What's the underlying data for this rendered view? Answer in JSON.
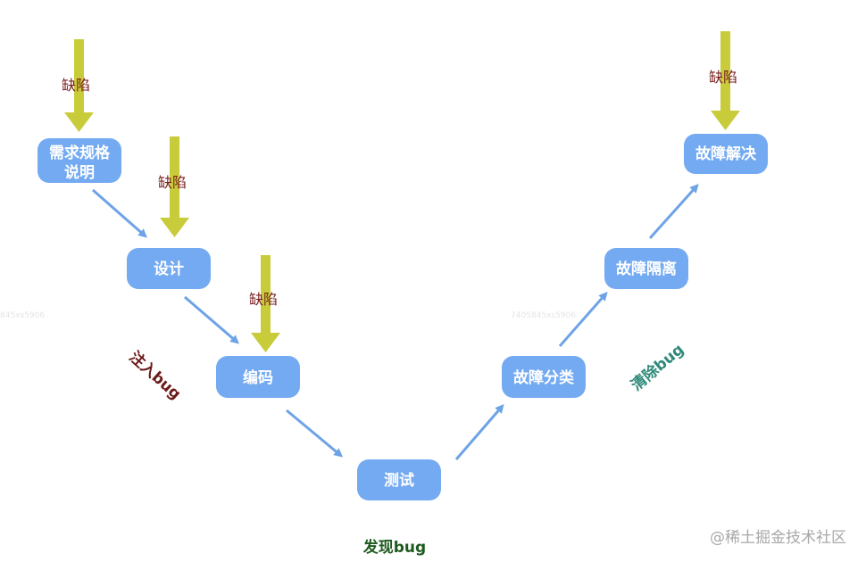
{
  "nodes": {
    "requirements": [
      "需求规格",
      "说明"
    ],
    "design": "设计",
    "coding": "编码",
    "testing": "测试",
    "fault_classify": "故障分类",
    "fault_isolate": "故障隔离",
    "fault_resolve": "故障解决"
  },
  "defect_label": "缺陷",
  "annotations": {
    "inject": "注入bug",
    "discover": "发现bug",
    "clear": "清除bug"
  },
  "watermarks": [
    "845xs5906",
    "7405845xs5906"
  ],
  "brand": "@稀土掘金技术社区",
  "colors": {
    "node_fill": "#74aaf1",
    "node_arrow": "#6ea3e6",
    "defect_arrow": "#c8cc3a",
    "defect_text": "#7a1e1e",
    "inject_text": "#6b1a1a",
    "discover_text": "#1f5a1f",
    "clear_text": "#2e8a7a"
  }
}
